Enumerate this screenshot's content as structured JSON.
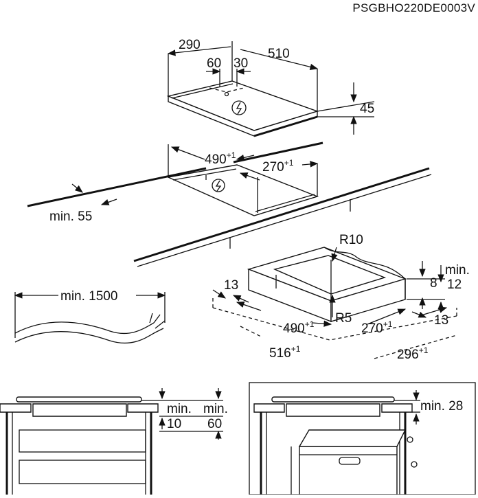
{
  "diagram": {
    "product_code": "PSGBHO220DE0003V",
    "hob_dimensions": {
      "width": "290",
      "depth": "510",
      "offset_a": "60",
      "offset_b": "30",
      "height": "45"
    },
    "cutout": {
      "width": "490",
      "width_tol": "+1",
      "depth": "270",
      "depth_tol": "+1",
      "min_edge": "min. 55"
    },
    "cable": {
      "length": "min. 1500"
    },
    "frame": {
      "radius_outer": "R10",
      "radius_inner": "R5",
      "edge_a": "13",
      "edge_b": "13",
      "height": "8",
      "min_label": "min.",
      "min_value": "12",
      "inner_width": "490",
      "inner_width_tol": "+1",
      "inner_depth": "270",
      "inner_depth_tol": "+1",
      "outer_width": "516",
      "outer_width_tol": "+1",
      "outer_depth": "296",
      "outer_depth_tol": "+1"
    },
    "installation_a": {
      "min_a_label": "min.",
      "min_a_value": "10",
      "min_b_label": "min.",
      "min_b_value": "60"
    },
    "installation_b": {
      "min_label": "min. 28"
    }
  }
}
